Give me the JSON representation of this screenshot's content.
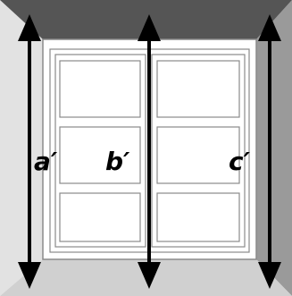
{
  "diagram": {
    "labels": {
      "a": "a′",
      "b": "b′",
      "c": "c′"
    },
    "colors": {
      "ceiling": "#555555",
      "right_wall": "#9a9a9a",
      "left_wall": "#e2e2e2",
      "floor": "#d0d0d0",
      "frame": "#ffffff",
      "frame_line": "#8a8a8a",
      "arrow": "#000000"
    }
  }
}
